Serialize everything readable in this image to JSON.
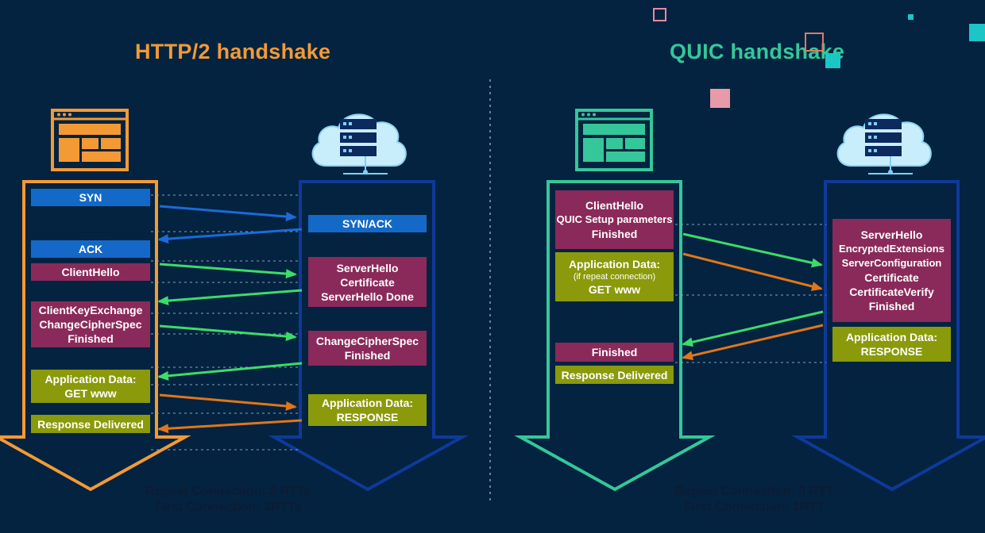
{
  "titles": {
    "http2": "HTTP/2 handshake",
    "quic": "QUIC handshake"
  },
  "colors": {
    "http2": "#f39a35",
    "quic": "#35c79a",
    "server": "#0e3a9a",
    "blue_box": "#1469c8",
    "magenta_box": "#8a2a5a",
    "olive_box": "#8a9a0a"
  },
  "icons": {
    "client": "browser-window-icon",
    "server": "cloud-server-icon"
  },
  "http2": {
    "client_boxes": [
      {
        "lines": [
          "SYN"
        ]
      },
      {
        "lines": [
          "ACK"
        ]
      },
      {
        "lines": [
          "ClientHello"
        ]
      },
      {
        "lines": [
          "ClientKeyExchange",
          "ChangeCipherSpec",
          "Finished"
        ]
      },
      {
        "lines": [
          "Application Data:",
          "GET www"
        ]
      },
      {
        "lines": [
          "Response Delivered"
        ]
      }
    ],
    "server_boxes": [
      {
        "lines": [
          "SYN/ACK"
        ]
      },
      {
        "lines": [
          "ServerHello",
          "Certificate",
          "ServerHello Done"
        ]
      },
      {
        "lines": [
          "ChangeCipherSpec",
          "Finished"
        ]
      },
      {
        "lines": [
          "Application Data:",
          "RESPONSE"
        ]
      }
    ],
    "caption": [
      "Repeat Connection: 2 RTTs",
      "First Connection: 3RTTs"
    ]
  },
  "quic": {
    "client_boxes": [
      {
        "lines": [
          "ClientHello",
          "QUIC Setup parameters",
          "Finished"
        ]
      },
      {
        "lines": [
          "Application Data:",
          "(if repeat connection)",
          "GET www"
        ]
      },
      {
        "lines": [
          "Finished"
        ]
      },
      {
        "lines": [
          "Response Delivered"
        ]
      }
    ],
    "server_boxes": [
      {
        "lines": [
          "ServerHello",
          "EncryptedExtensions",
          "ServerConfiguration",
          "Certificate",
          "CertificateVerify",
          "Finished"
        ]
      },
      {
        "lines": [
          "Application Data:",
          "RESPONSE"
        ]
      }
    ],
    "caption": [
      "Repeat Connection: 0 RTT",
      "First Connection: 1RTT"
    ]
  }
}
